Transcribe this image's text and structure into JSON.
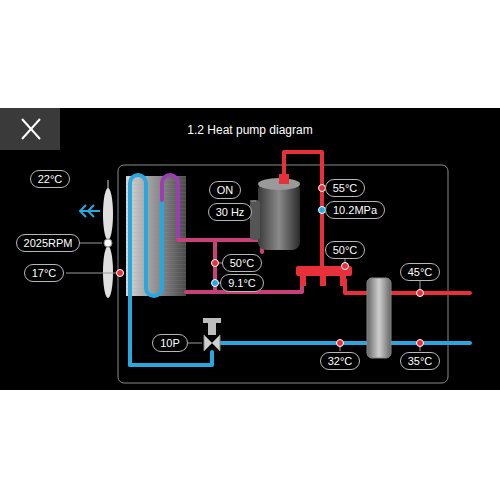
{
  "diagram": {
    "title": "1.2 Heat pump diagram",
    "nodes": [
      {
        "text": [
          "22°C"
        ]
      },
      {
        "text": [
          "ON"
        ]
      },
      {
        "text": [
          "55°C"
        ]
      },
      {
        "text": [
          "30 Hz"
        ]
      },
      {
        "text": [
          "10.2MPa"
        ]
      },
      {
        "text": [
          "2025RPM"
        ]
      },
      {
        "text": [
          "50°C"
        ]
      },
      {
        "text": [
          "50°C"
        ]
      },
      {
        "text": [
          "17°C"
        ]
      },
      {
        "text": [
          "9.1°C"
        ]
      },
      {
        "text": [
          "45°C"
        ]
      },
      {
        "text": [
          "10P"
        ]
      },
      {
        "text": [
          "32°C"
        ]
      },
      {
        "text": [
          "35°C"
        ]
      }
    ]
  }
}
